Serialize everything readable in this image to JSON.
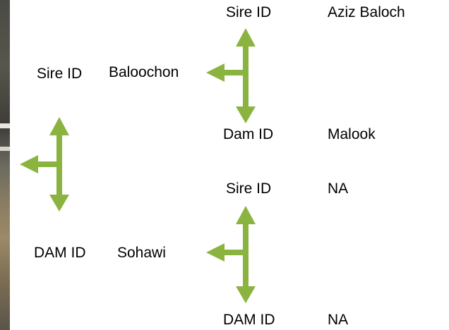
{
  "colors": {
    "arrow": "#8ab43f",
    "text": "#000000"
  },
  "parent": {
    "sire": {
      "label": "Sire ID",
      "value": "Baloochon"
    },
    "dam": {
      "label": "DAM ID",
      "value": "Sohawi"
    }
  },
  "grandparents_sire_side": {
    "sire": {
      "label": "Sire ID",
      "value": "Aziz Baloch"
    },
    "dam": {
      "label": "Dam ID",
      "value": "Malook"
    }
  },
  "grandparents_dam_side": {
    "sire": {
      "label": "Sire ID",
      "value": "NA"
    },
    "dam": {
      "label": "DAM ID",
      "value": "NA"
    }
  }
}
